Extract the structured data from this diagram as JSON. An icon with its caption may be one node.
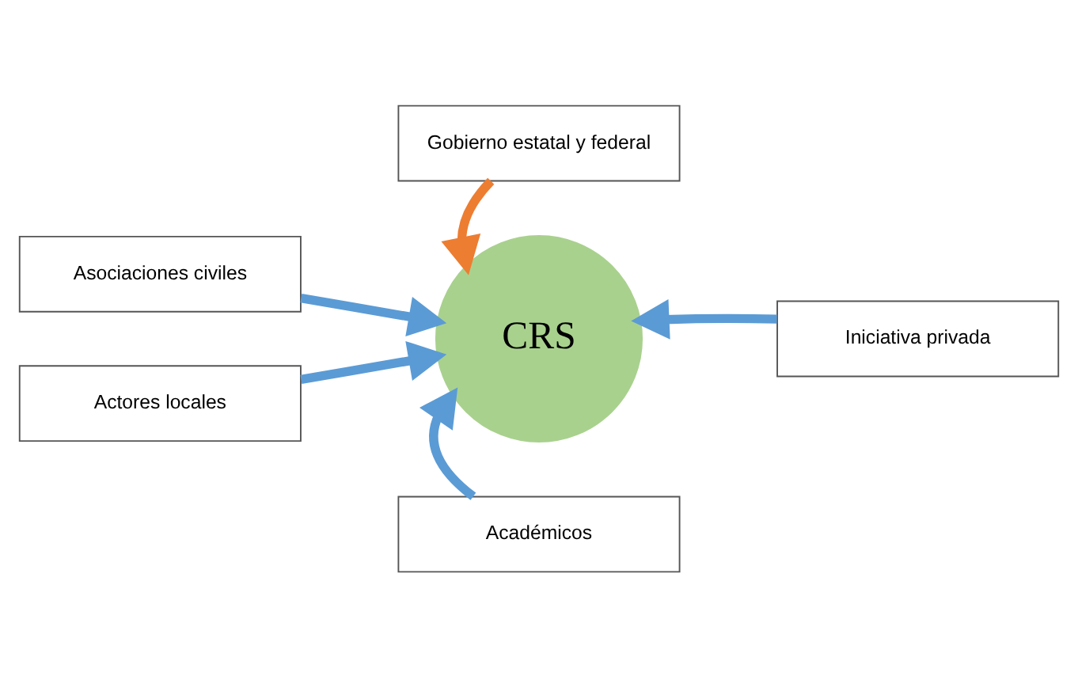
{
  "diagram": {
    "nodes": [
      {
        "text": [
          "Gobierno estatal y federal"
        ]
      },
      {
        "text": [
          "Asociaciones civiles"
        ]
      },
      {
        "text": [
          "Actores locales"
        ]
      },
      {
        "text": [
          "CRS"
        ]
      },
      {
        "text": [
          "Iniciativa privada"
        ]
      },
      {
        "text": [
          "Académicos"
        ]
      }
    ],
    "edges": [
      {
        "from": 0,
        "to": 3,
        "arrow": "to",
        "color": "#ed7d31"
      },
      {
        "from": 1,
        "to": 3,
        "arrow": "to"
      },
      {
        "from": 2,
        "to": 3,
        "arrow": "to"
      },
      {
        "from": 4,
        "to": 3,
        "arrow": "to"
      },
      {
        "from": 5,
        "to": 3,
        "arrow": "to"
      }
    ]
  }
}
